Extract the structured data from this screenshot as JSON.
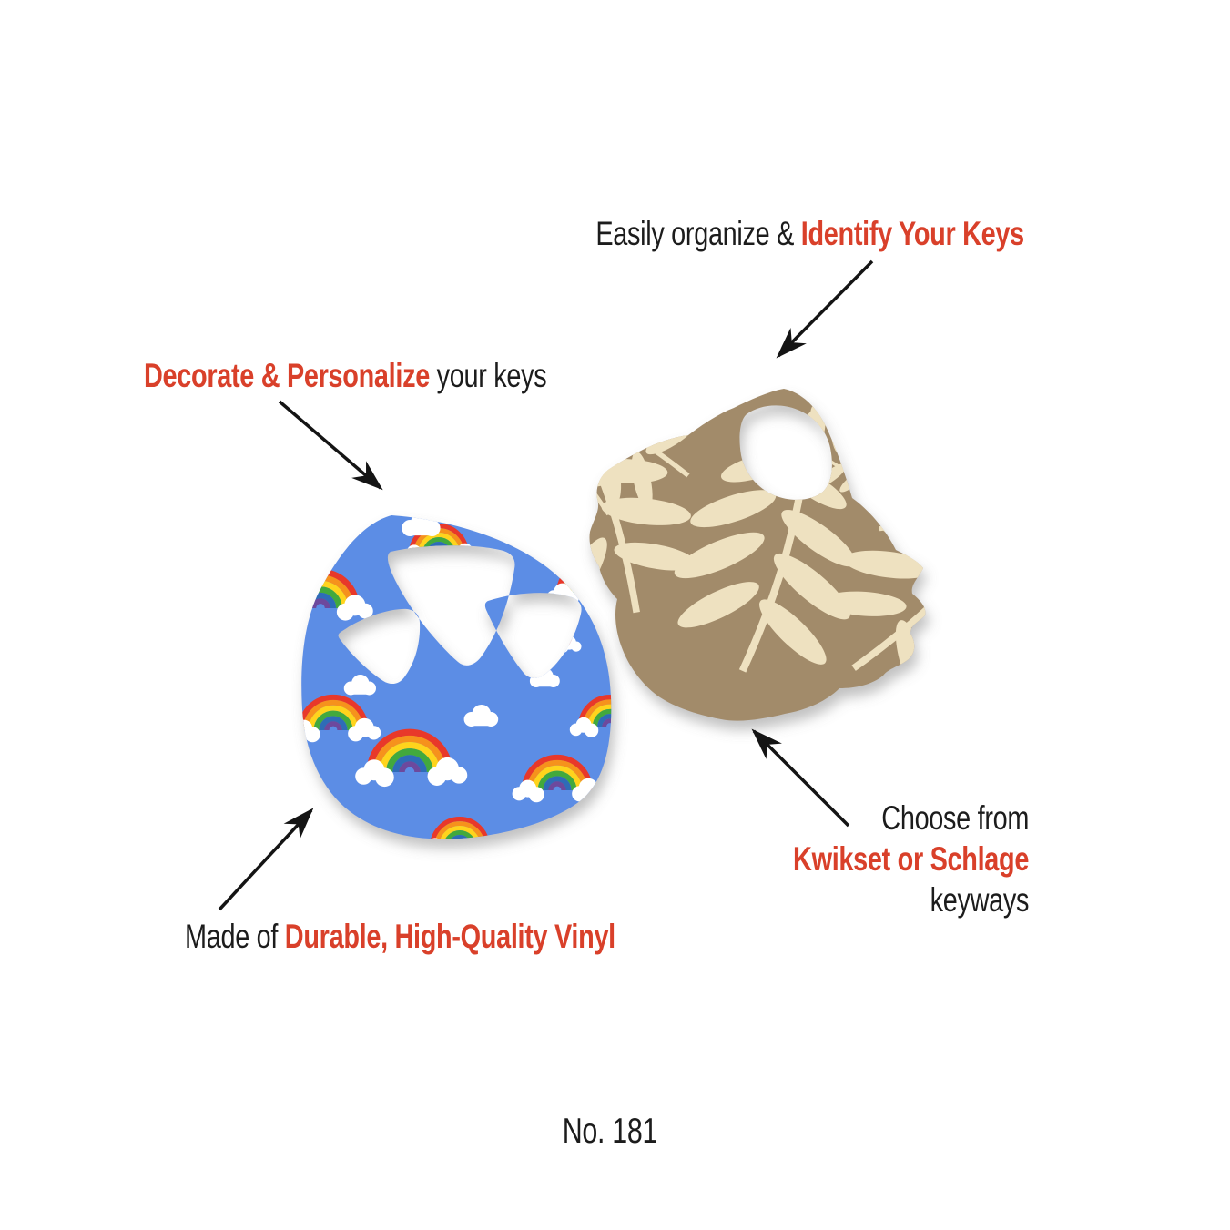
{
  "figure": {
    "footer_label": "No. 181"
  },
  "callouts": {
    "identify": {
      "prefix": "Easily organize & ",
      "highlight": "Identify Your Keys"
    },
    "decorate": {
      "highlight": "Decorate & Personalize",
      "suffix": " your keys"
    },
    "vinyl": {
      "prefix": "Made of ",
      "highlight": "Durable, High-Quality Vinyl"
    },
    "keyways": {
      "line1": "Choose from",
      "line2_highlight": "Kwikset or Schlage",
      "line3": "keyways"
    }
  },
  "products": {
    "rainbow_cover": {
      "icon": "rainbow-clouds-key-cover",
      "base_color": "#5c8de5"
    },
    "leaf_cover": {
      "icon": "leaf-pattern-key-cover",
      "base_color": "#a28b6b"
    }
  },
  "colors": {
    "accent_red": "#d9402a",
    "text_black": "#1c1c1c",
    "leaf_cream": "#eee1c0"
  }
}
